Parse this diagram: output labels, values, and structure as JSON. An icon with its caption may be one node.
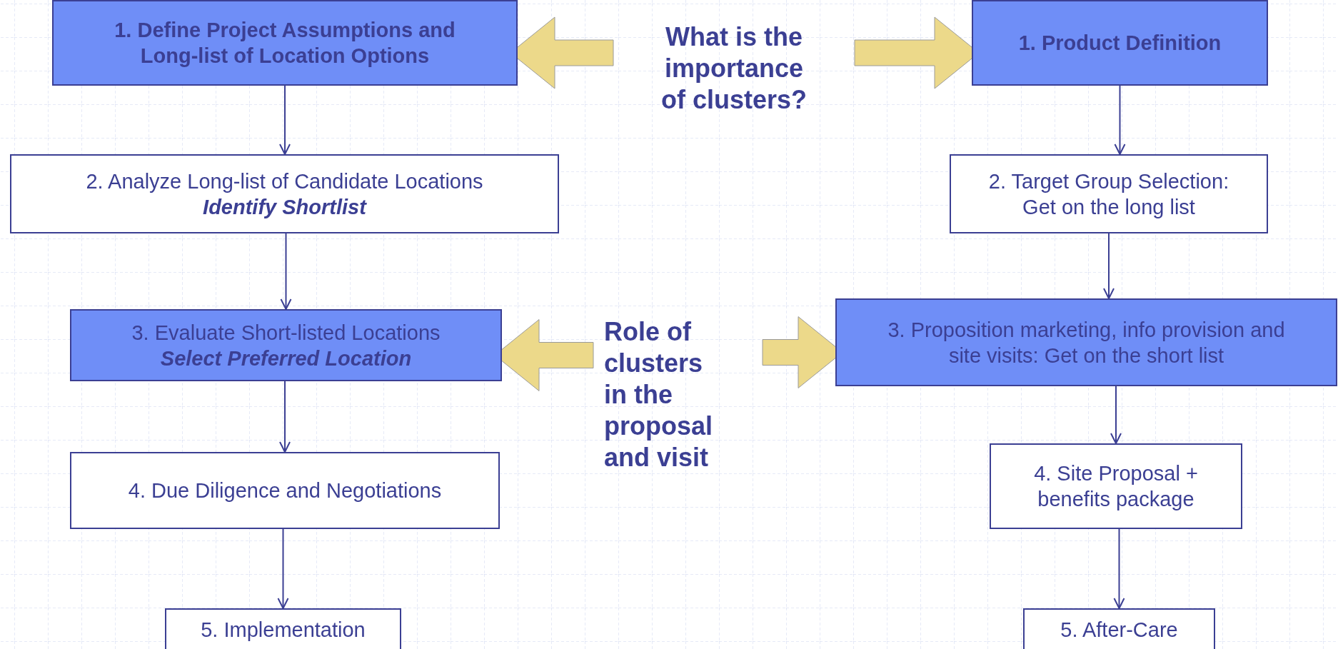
{
  "diagram": {
    "nodes": [
      {
        "text": [
          "1. Define Project Assumptions and Long-list of Location Options"
        ]
      },
      {
        "text": [
          "What is the importance of clusters?"
        ]
      },
      {
        "text": [
          "1. Product Definition"
        ]
      },
      {
        "text": [
          "2. Analyze Long-list of Candidate Locations",
          "Identify Shortlist"
        ]
      },
      {
        "text": [
          "2. Target Group Selection: Get on the long list"
        ]
      },
      {
        "text": [
          "3. Evaluate Short-listed Locations",
          "Select Preferred Location"
        ]
      },
      {
        "text": [
          "Role of clusters in the proposal and visit"
        ]
      },
      {
        "text": [
          "3. Proposition marketing, info provision and site visits: Get on the short list"
        ]
      },
      {
        "text": [
          "4. Due Diligence and Negotiations"
        ]
      },
      {
        "text": [
          "4. Site Proposal + benefits package"
        ]
      },
      {
        "text": [
          "5. Implementation"
        ]
      },
      {
        "text": [
          "5. After-Care"
        ]
      }
    ],
    "edges": [
      {
        "from": 1,
        "to": 0,
        "arrow": "to",
        "style": "thick",
        "color": "#ecd98a"
      },
      {
        "from": 1,
        "to": 2,
        "arrow": "to",
        "style": "thick",
        "color": "#ecd98a"
      },
      {
        "from": 6,
        "to": 5,
        "arrow": "to",
        "style": "thick",
        "color": "#ecd98a"
      },
      {
        "from": 6,
        "to": 7,
        "arrow": "to",
        "style": "thick",
        "color": "#ecd98a"
      },
      {
        "from": 0,
        "to": 3,
        "arrow": "to"
      },
      {
        "from": 3,
        "to": 5,
        "arrow": "to"
      },
      {
        "from": 5,
        "to": 8,
        "arrow": "to"
      },
      {
        "from": 8,
        "to": 10,
        "arrow": "to"
      },
      {
        "from": 2,
        "to": 4,
        "arrow": "to"
      },
      {
        "from": 4,
        "to": 7,
        "arrow": "to"
      },
      {
        "from": 7,
        "to": 9,
        "arrow": "to"
      },
      {
        "from": 9,
        "to": 11,
        "arrow": "to"
      }
    ]
  }
}
